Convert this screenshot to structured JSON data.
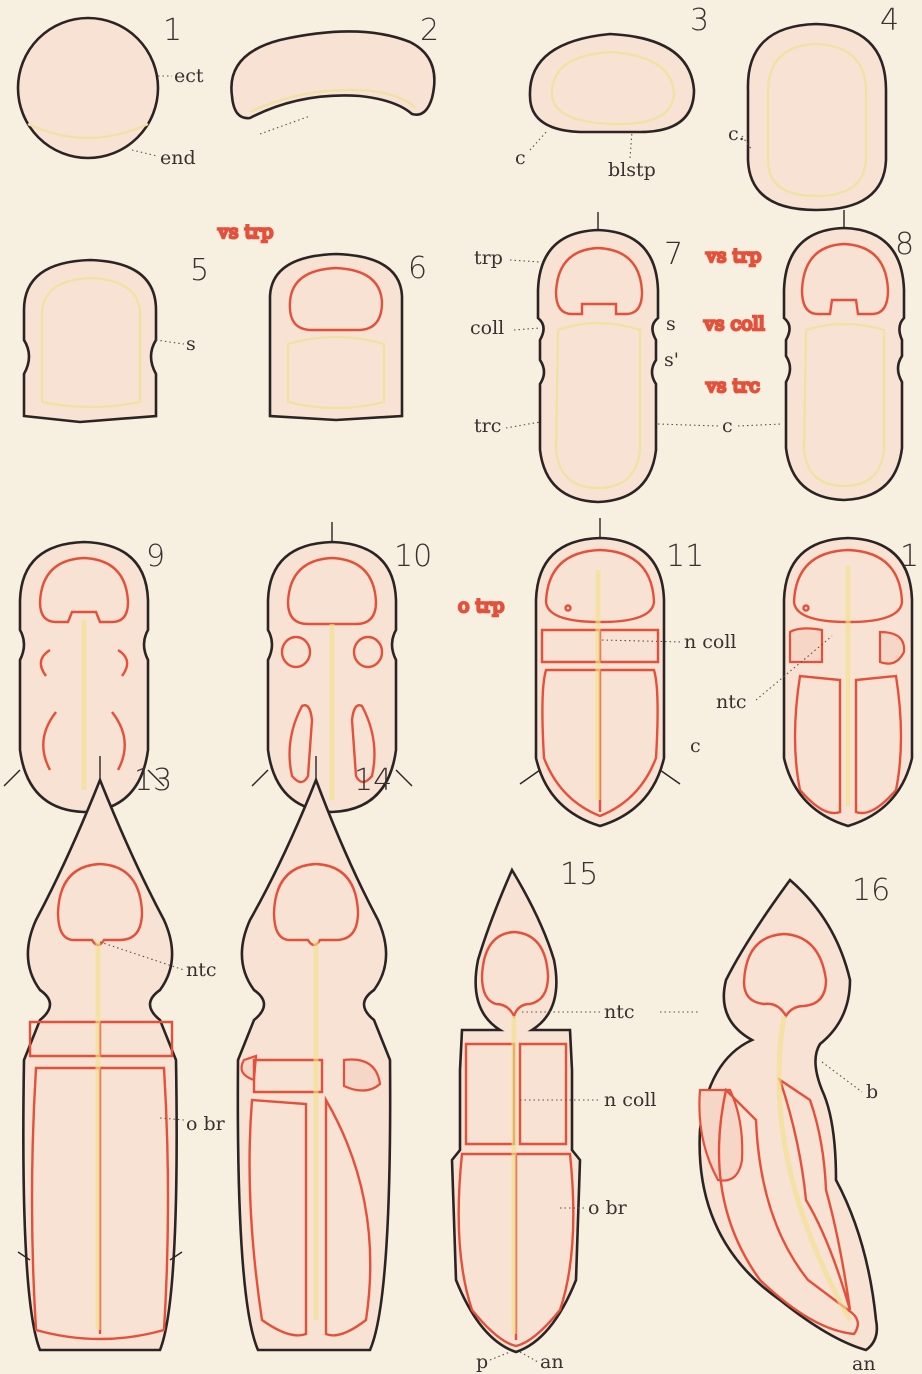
{
  "figure_numbers": [
    "1",
    "2",
    "3",
    "4",
    "5",
    "6",
    "7",
    "8",
    "9",
    "10",
    "11",
    "1",
    "13",
    "14",
    "15",
    "16"
  ],
  "labels": {
    "ect": "ect",
    "end": "end",
    "c": "c",
    "c_dot": "c.",
    "blstp": "blstp",
    "vs_trp_top": "vs trp",
    "s": "s",
    "s_prime": "s'",
    "trp": "trp",
    "coll": "coll",
    "trc": "trc",
    "vs_trp": "vs trp",
    "vs_coll": "vs coll",
    "vs_trc": "vs trc",
    "o_trp": "o trp",
    "n_coll": "n coll",
    "ntc": "ntc",
    "o_br": "o br",
    "b": "b",
    "p": "p",
    "an": "an"
  },
  "colors": {
    "background": "#f7efdf",
    "outline": "#2b2424",
    "mesoderm": "#e5503a",
    "endoderm": "#f0e08c",
    "label_red": "#e8846a"
  }
}
